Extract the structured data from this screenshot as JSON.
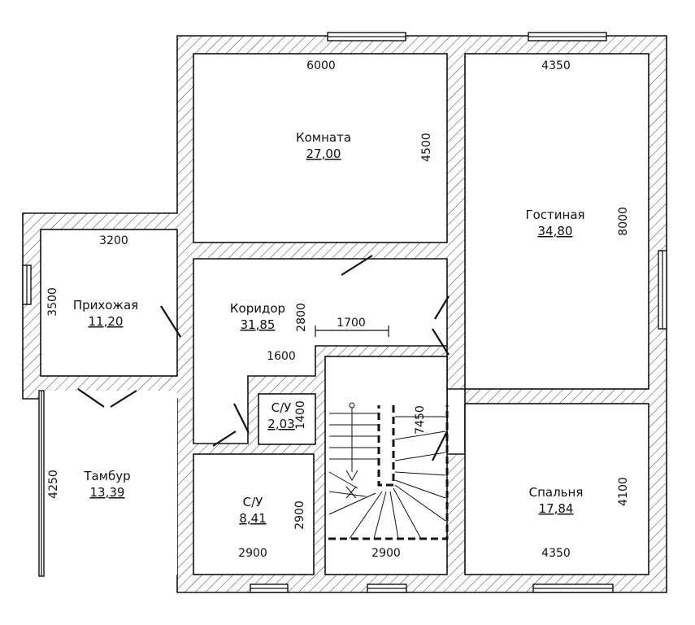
{
  "rooms": {
    "komnata": {
      "name": "Комната",
      "area": "27,00"
    },
    "gostinaya": {
      "name": "Гостиная",
      "area": "34,80"
    },
    "prikhozhaya": {
      "name": "Прихожая",
      "area": "11,20"
    },
    "koridor": {
      "name": "Коридор",
      "area": "31,85"
    },
    "su_small": {
      "name": "С/У",
      "area": "2,03"
    },
    "tambur": {
      "name": "Тамбур",
      "area": "13,39"
    },
    "su_large": {
      "name": "С/У",
      "area": "8,41"
    },
    "spalnya": {
      "name": "Спальня",
      "area": "17,84"
    }
  },
  "dimensions": {
    "komnata_width": "6000",
    "komnata_depth": "4500",
    "gostinaya_width": "4350",
    "gostinaya_depth": "8000",
    "prikhozhaya_width": "3200",
    "prikhozhaya_depth": "3500",
    "koridor_depth": "2800",
    "koridor_span": "1700",
    "koridor_width": "1600",
    "su_small_depth": "1400",
    "stair_depth": "7450",
    "tambur_depth": "4250",
    "su_large_depth": "2900",
    "su_large_width": "2900",
    "stair_width": "2900",
    "spalnya_depth": "4100",
    "spalnya_width": "4350"
  }
}
